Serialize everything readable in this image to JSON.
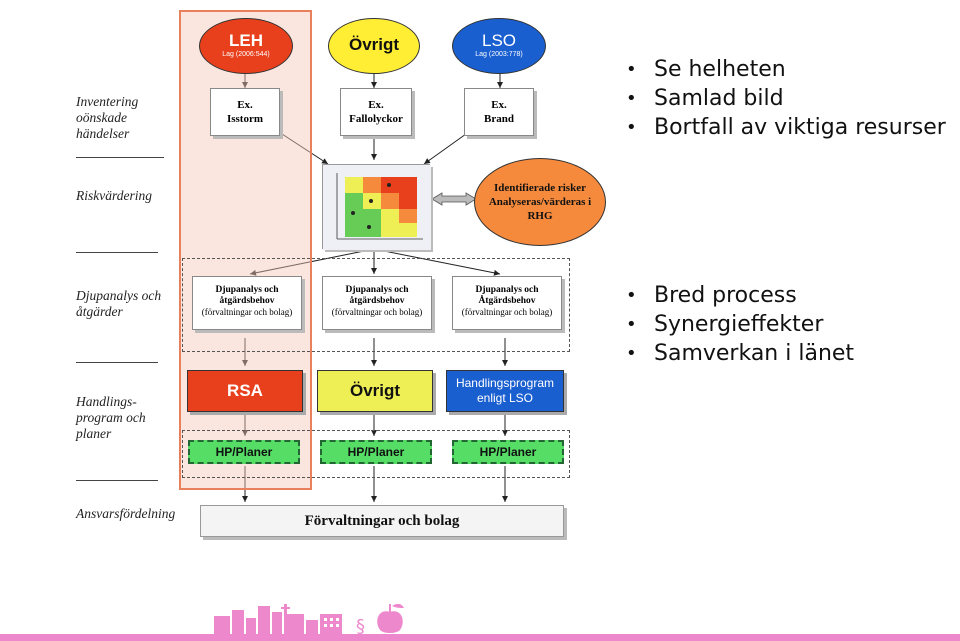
{
  "left_labels": {
    "inventering": [
      "Inventering",
      "oönskade",
      "händelser"
    ],
    "riskvardering": [
      "Riskvärdering"
    ],
    "djupanalys": [
      "Djupanalys och",
      "åtgärder"
    ],
    "handlings": [
      "Handlings-",
      "program och",
      "planer"
    ],
    "ansvar": [
      "Ansvarsfördelning"
    ]
  },
  "ovals": {
    "leh": {
      "title": "LEH",
      "sub": "Lag (2006:544)",
      "color": "#e8401c"
    },
    "ovrigt": {
      "title": "Övrigt",
      "color": "#ffee33"
    },
    "lso": {
      "title": "LSO",
      "sub": "Lag (2003:778)",
      "color": "#1a5fd0"
    },
    "risk": {
      "lines": [
        "Identifierade risker",
        "Analyseras/värderas i",
        "RHG"
      ],
      "color": "#f58a3c"
    }
  },
  "examples": [
    {
      "label": "Ex.",
      "name": "Isstorm"
    },
    {
      "label": "Ex.",
      "name": "Fallolyckor"
    },
    {
      "label": "Ex.",
      "name": "Brand"
    }
  ],
  "djupanalys": [
    {
      "title": [
        "Djupanalys och",
        "åtgärdsbehov"
      ],
      "sub": "(förvaltningar och bolag)"
    },
    {
      "title": [
        "Djupanalys och",
        "åtgärdsbehov"
      ],
      "sub": "(förvaltningar och bolag)"
    },
    {
      "title": [
        "Djupanalys och",
        "Åtgärdsbehov"
      ],
      "sub": "(förvaltningar och bolag)"
    }
  ],
  "programs": [
    {
      "label": "RSA",
      "color": "#e8401c"
    },
    {
      "label": "Övrigt",
      "color": "#eeee55"
    },
    {
      "label": "Handlingsprogram enligt LSO",
      "lines": [
        "Handlingsprogram",
        "enligt LSO"
      ],
      "color": "#1a5fd0"
    }
  ],
  "hp_planer": [
    "HP/Planer",
    "HP/Planer",
    "HP/Planer"
  ],
  "forvaltningar": "Förvaltningar och bolag",
  "bullets_top": [
    "Se helheten",
    "Samlad bild",
    "Bortfall av viktiga resurser"
  ],
  "bullets_bottom": [
    "Bred process",
    "Synergieffekter",
    "Samverkan i länet"
  ],
  "footer": {
    "paragraph_symbol": "§",
    "color": "#ee88cc"
  }
}
